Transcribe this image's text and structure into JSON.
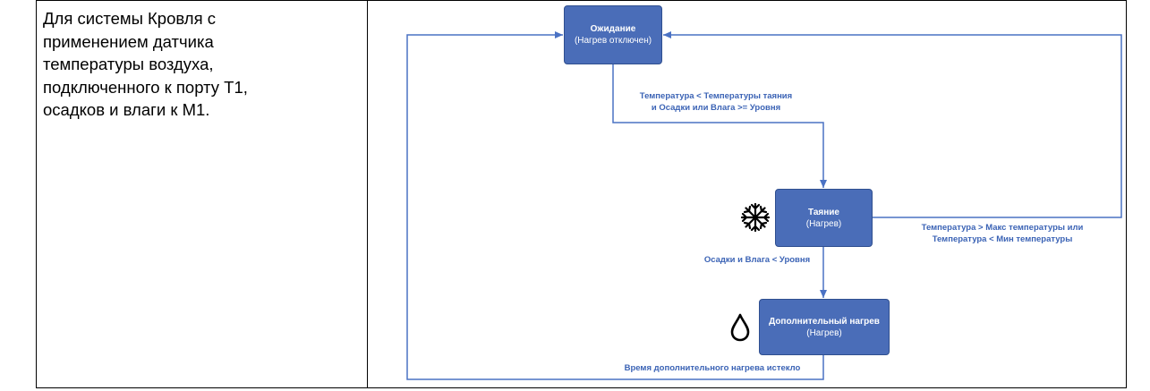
{
  "description": {
    "lines": [
      "Для системы Кровля с",
      "применением датчика",
      "температуры воздуха,",
      "подключенного к порту T1,",
      "осадков и влаги к M1."
    ]
  },
  "states": {
    "idle": {
      "title": "Ожидание",
      "subtitle": "(Нагрев отключен)"
    },
    "melt": {
      "title": "Таяние",
      "subtitle": "(Нагрев)"
    },
    "extra": {
      "title": "Дополнительный нагрев",
      "subtitle": "(Нагрев)"
    }
  },
  "transitions": {
    "idle_to_melt": {
      "line1": "Температура < Температуры таяния",
      "line2": "и Осадки или Влага >= Уровня"
    },
    "melt_to_idle": {
      "line1": "Температура > Макс температуры или",
      "line2": "Температура < Мин температуры"
    },
    "melt_to_extra": {
      "line1": "Осадки и Влага < Уровня"
    },
    "extra_to_idle": {
      "line1": "Время дополнительного нагрева истекло"
    }
  },
  "icons": {
    "melt": "snowflake-icon",
    "extra": "water-drop-icon"
  },
  "colors": {
    "state_fill": "#4a6db8",
    "arrow": "#4a72c4",
    "label_text": "#3b63b5"
  }
}
